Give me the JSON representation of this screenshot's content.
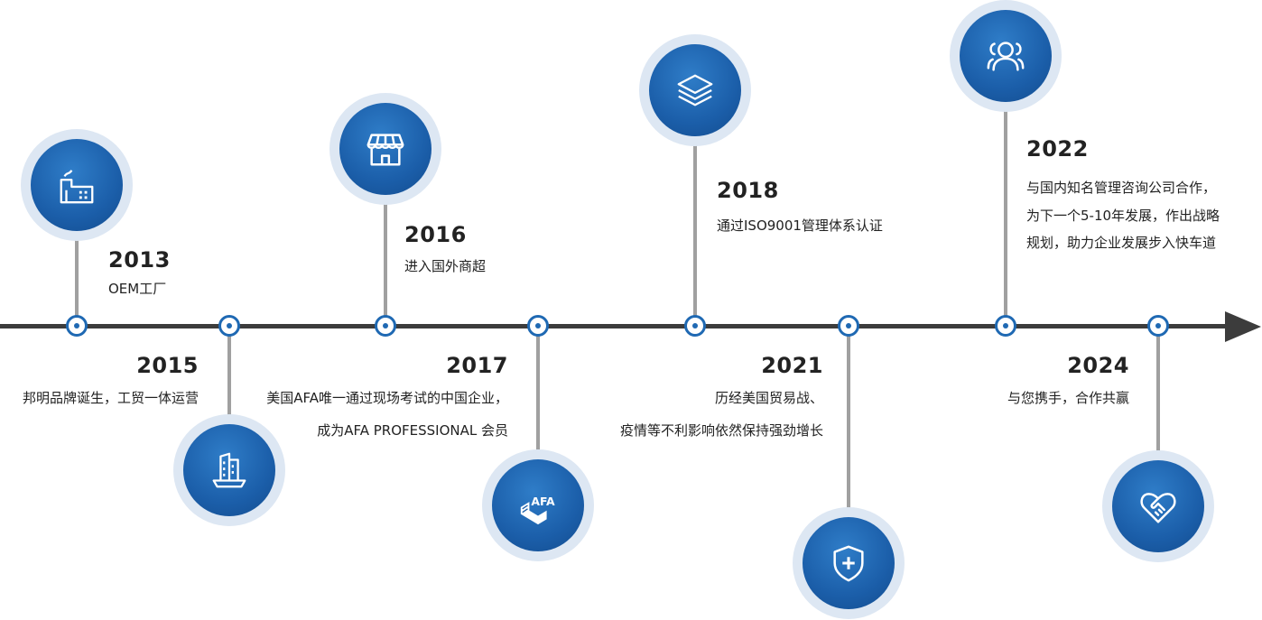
{
  "colors": {
    "accent": "#1f69b3",
    "axis": "#3c3c3c",
    "stem": "#a0a0a0",
    "halo": "#dde7f3"
  },
  "milestones": [
    {
      "year": "2013",
      "lines": [
        "OEM工厂"
      ],
      "icon": "factory-icon"
    },
    {
      "year": "2015",
      "lines": [
        "邦明品牌诞生，工贸一体运营"
      ],
      "icon": "building-icon"
    },
    {
      "year": "2016",
      "lines": [
        "进入国外商超"
      ],
      "icon": "store-icon"
    },
    {
      "year": "2017",
      "lines": [
        "美国AFA唯一通过现场考试的中国企业，",
        "成为AFA PROFESSIONAL 会员"
      ],
      "icon": "afa-logo-icon",
      "icon_text": "AFA"
    },
    {
      "year": "2018",
      "lines": [
        "通过ISO9001管理体系认证"
      ],
      "icon": "layers-icon"
    },
    {
      "year": "2021",
      "lines": [
        "历经美国贸易战、",
        "疫情等不利影响依然保持强劲增长"
      ],
      "icon": "shield-plus-icon"
    },
    {
      "year": "2022",
      "lines": [
        "与国内知名管理咨询公司合作，",
        "为下一个5-10年发展，作出战略",
        "规划，助力企业发展步入快车道"
      ],
      "icon": "users-icon"
    },
    {
      "year": "2024",
      "lines": [
        "与您携手，合作共赢"
      ],
      "icon": "heart-handshake-icon"
    }
  ]
}
